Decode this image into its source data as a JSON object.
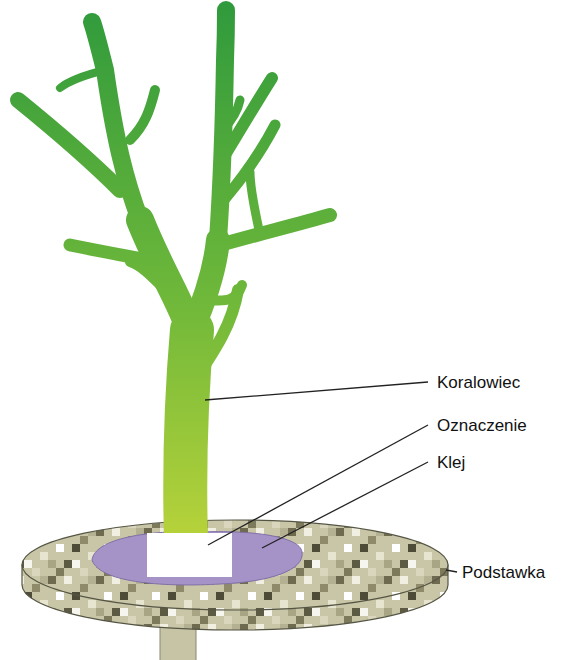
{
  "diagram": {
    "labels": [
      "Koralowiec",
      "Oznaczenie",
      "Klej",
      "Podstawka"
    ]
  }
}
